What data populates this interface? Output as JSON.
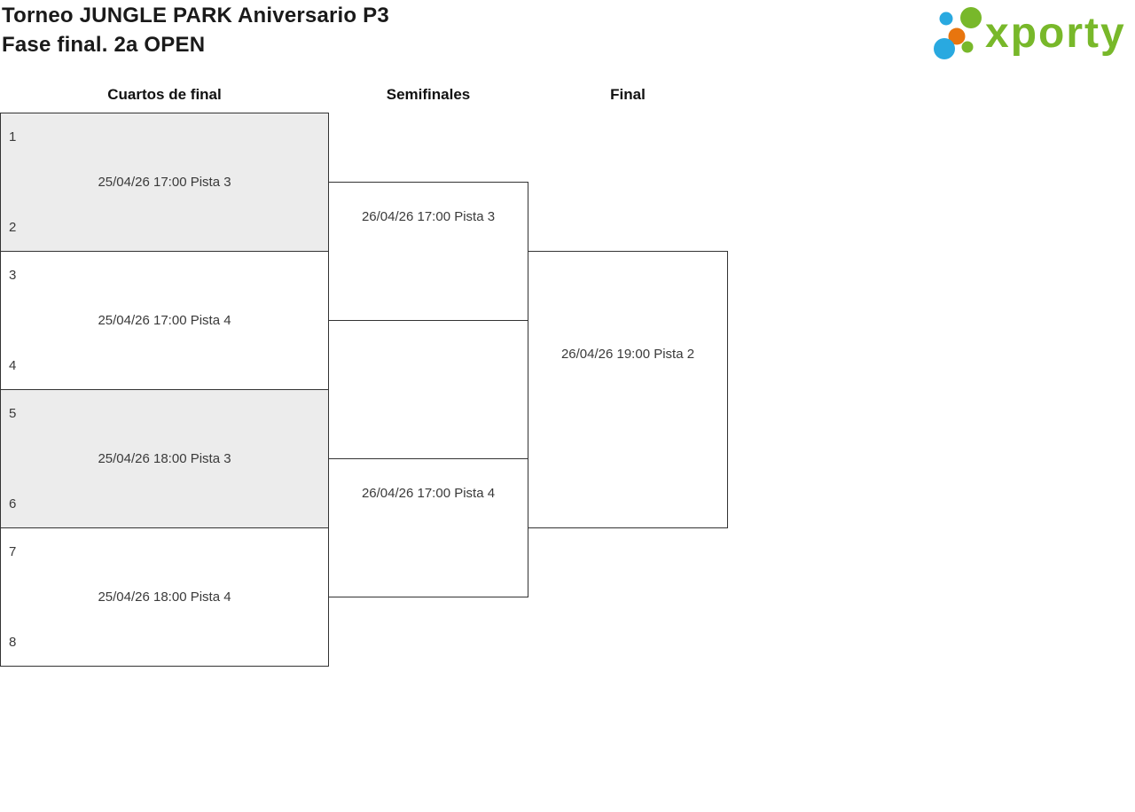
{
  "page": {
    "title_line1": "Torneo JUNGLE PARK Aniversario P3",
    "title_line2": "Fase final. 2a OPEN"
  },
  "logo": {
    "brand": "xporty",
    "colors": {
      "green": "#78b82a",
      "blue": "#29a9e0",
      "orange": "#e8750e"
    }
  },
  "bracket": {
    "border_color": "#333333",
    "shaded_match_bg": "#ececec",
    "rounds": [
      {
        "name": "Cuartos de final",
        "matches": [
          {
            "seed_top": "1",
            "seed_bottom": "2",
            "info": "25/04/26 17:00 Pista 3"
          },
          {
            "seed_top": "3",
            "seed_bottom": "4",
            "info": "25/04/26 17:00 Pista 4"
          },
          {
            "seed_top": "5",
            "seed_bottom": "6",
            "info": "25/04/26 18:00 Pista 3"
          },
          {
            "seed_top": "7",
            "seed_bottom": "8",
            "info": "25/04/26 18:00 Pista 4"
          }
        ]
      },
      {
        "name": "Semifinales",
        "matches": [
          {
            "info": "26/04/26 17:00 Pista 3"
          },
          {
            "info": "26/04/26 17:00 Pista 4"
          }
        ]
      },
      {
        "name": "Final",
        "matches": [
          {
            "info": "26/04/26 19:00 Pista 2"
          }
        ]
      }
    ]
  }
}
